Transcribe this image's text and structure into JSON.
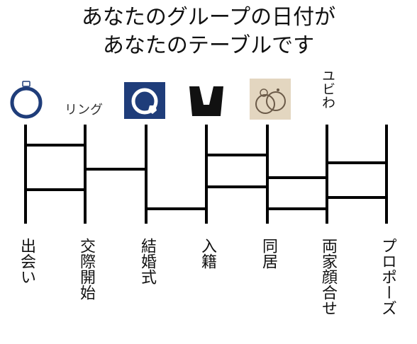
{
  "title": {
    "line1": "あなたのグループの日付が",
    "line2": "あなたのテーブルです"
  },
  "columns": [
    {
      "key": "meet",
      "bottom": "出会い",
      "top": {
        "kind": "icon",
        "icon": "ring-outline-icon"
      }
    },
    {
      "key": "dating",
      "bottom": "交際開始",
      "top": {
        "kind": "text",
        "text": "リング"
      }
    },
    {
      "key": "wedding",
      "bottom": "結婚式",
      "top": {
        "kind": "icon",
        "icon": "ring-square-icon"
      }
    },
    {
      "key": "registry",
      "bottom": "入籍",
      "top": {
        "kind": "icon",
        "icon": "tuxedo-icon"
      }
    },
    {
      "key": "living",
      "bottom": "同居",
      "top": {
        "kind": "icon",
        "icon": "rings-photo-icon"
      }
    },
    {
      "key": "families",
      "bottom": "両家顔合せ",
      "top": {
        "kind": "text-vertical",
        "text": "ユビわ"
      }
    },
    {
      "key": "proposal",
      "bottom": "プロポーズ",
      "top": {
        "kind": "none"
      }
    }
  ],
  "rungs_by_column_pair": [
    {
      "from": "meet",
      "to": "dating",
      "count": 2
    },
    {
      "from": "dating",
      "to": "wedding",
      "count": 1
    },
    {
      "from": "wedding",
      "to": "registry",
      "count": 1
    },
    {
      "from": "registry",
      "to": "living",
      "count": 2
    },
    {
      "from": "living",
      "to": "families",
      "count": 2
    },
    {
      "from": "families",
      "to": "proposal",
      "count": 2
    }
  ],
  "colors": {
    "line": "#000000",
    "icon_navy": "#1f3d7a",
    "photo_bg": "#e3d6c0"
  }
}
